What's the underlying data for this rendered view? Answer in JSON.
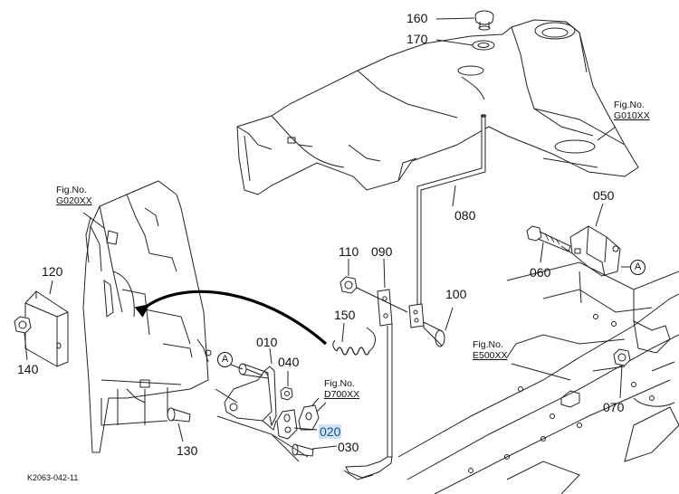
{
  "diagram": {
    "footer_code": "K2063-042-11",
    "figure_refs": [
      {
        "id": "g010",
        "prefix": "Fig.No.",
        "code": "G010XX"
      },
      {
        "id": "g020",
        "prefix": "Fig.No.",
        "code": "G020XX"
      },
      {
        "id": "d700",
        "prefix": "Fig.No.",
        "code": "D700XX"
      },
      {
        "id": "e500",
        "prefix": "Fig.No.",
        "code": "E500XX"
      }
    ],
    "parts": {
      "p160": "160",
      "p170": "170",
      "p080": "080",
      "p050": "050",
      "p060": "060",
      "p110": "110",
      "p090": "090",
      "p100": "100",
      "p120": "120",
      "p140": "140",
      "p150": "150",
      "p010": "010",
      "p040": "040",
      "p020": "020",
      "p030": "030",
      "p130": "130",
      "p070": "070"
    },
    "callout_mark": "A"
  }
}
